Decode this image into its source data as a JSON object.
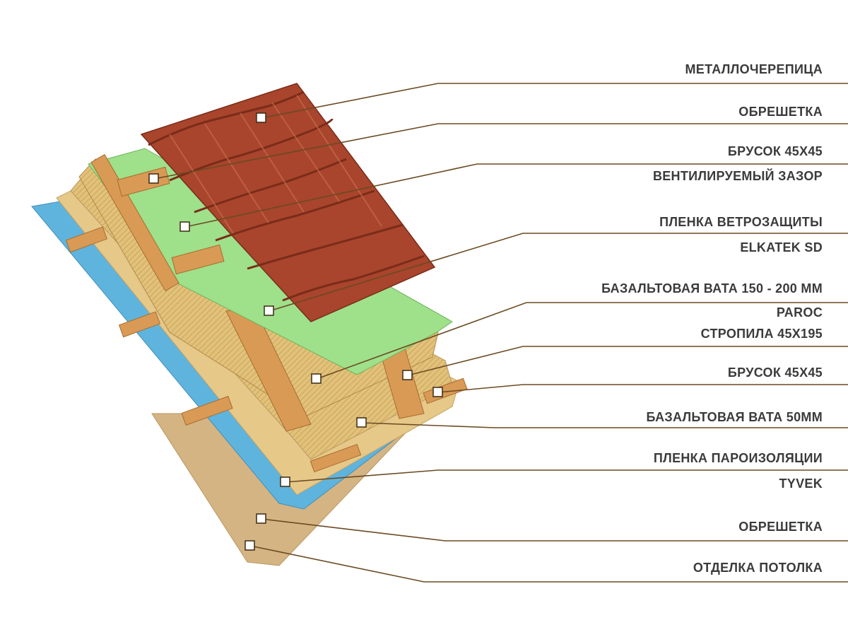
{
  "labels": {
    "metal_tile": "МЕТАЛЛОЧЕРЕПИЦА",
    "batten_top": "ОБРЕШЕТКА",
    "bar_45_top_l1": "БРУСОК 45Х45",
    "bar_45_top_l2": "ВЕНТИЛИРУЕМЫЙ ЗАЗОР",
    "wind_film_l1": "ПЛЕНКА ВЕТРОЗАЩИТЫ",
    "wind_film_l2": "ELKATEK SD",
    "basalt_thick_l1": "БАЗАЛЬТОВАЯ ВАТА 150 - 200 ММ",
    "basalt_thick_l2": "PAROC",
    "rafters": "СТРОПИЛА 45Х195",
    "bar_45_mid": "БРУСОК 45Х45",
    "basalt_thin": "БАЗАЛЬТОВАЯ ВАТА 50ММ",
    "vapor_film_l1": "ПЛЕНКА ПАРОИЗОЛЯЦИИ",
    "vapor_film_l2": "TYVEK",
    "batten_bottom": "ОБРЕШЕТКА",
    "ceiling_finish": "ОТДЕЛКА ПОТОЛКА"
  },
  "colors": {
    "tile": "#a8452c",
    "tile_dark": "#7a2c1a",
    "wind_film": "#9fe08a",
    "wool": "#e2c27a",
    "wood": "#d89a55",
    "vapor_film": "#5fb4dd",
    "ceiling": "#d4b483",
    "leader": "#6b4a22",
    "text": "#3b3b3b"
  }
}
